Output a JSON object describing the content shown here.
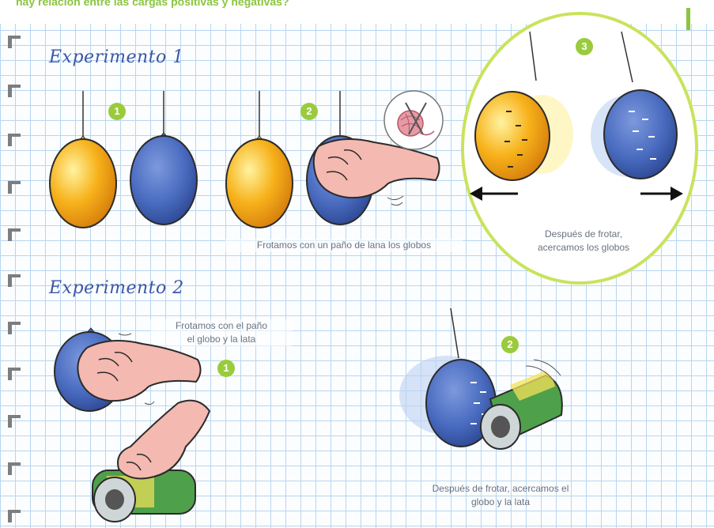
{
  "page": {
    "heading": "hay relación entre las cargas positivas y negativas?"
  },
  "experiment1": {
    "title": "Experimento 1",
    "step1": "1",
    "step2": "2",
    "step3": "3",
    "caption_rub": "Frotamos con un paño de lana los globos",
    "caption_after": [
      "Después de frotar,",
      "acercamos los globos"
    ]
  },
  "experiment2": {
    "title": "Experimento 2",
    "step1": "1",
    "step2": "2",
    "caption_rub": [
      "Frotamos con el paño",
      "el globo y la lata"
    ],
    "caption_after": [
      "Después de frotar, acercamos el",
      "globo y la lata"
    ]
  },
  "icons": [
    "yarn-ball-icon",
    "arrow-left-icon",
    "arrow-right-icon",
    "binder-hole-icon"
  ],
  "colors": {
    "accent_green": "#8ac541",
    "title_blue": "#3b57a7",
    "balloon_yellow": "#f7b21b",
    "balloon_blue": "#4a6cc0",
    "grid_line": "#b9d6ef"
  }
}
